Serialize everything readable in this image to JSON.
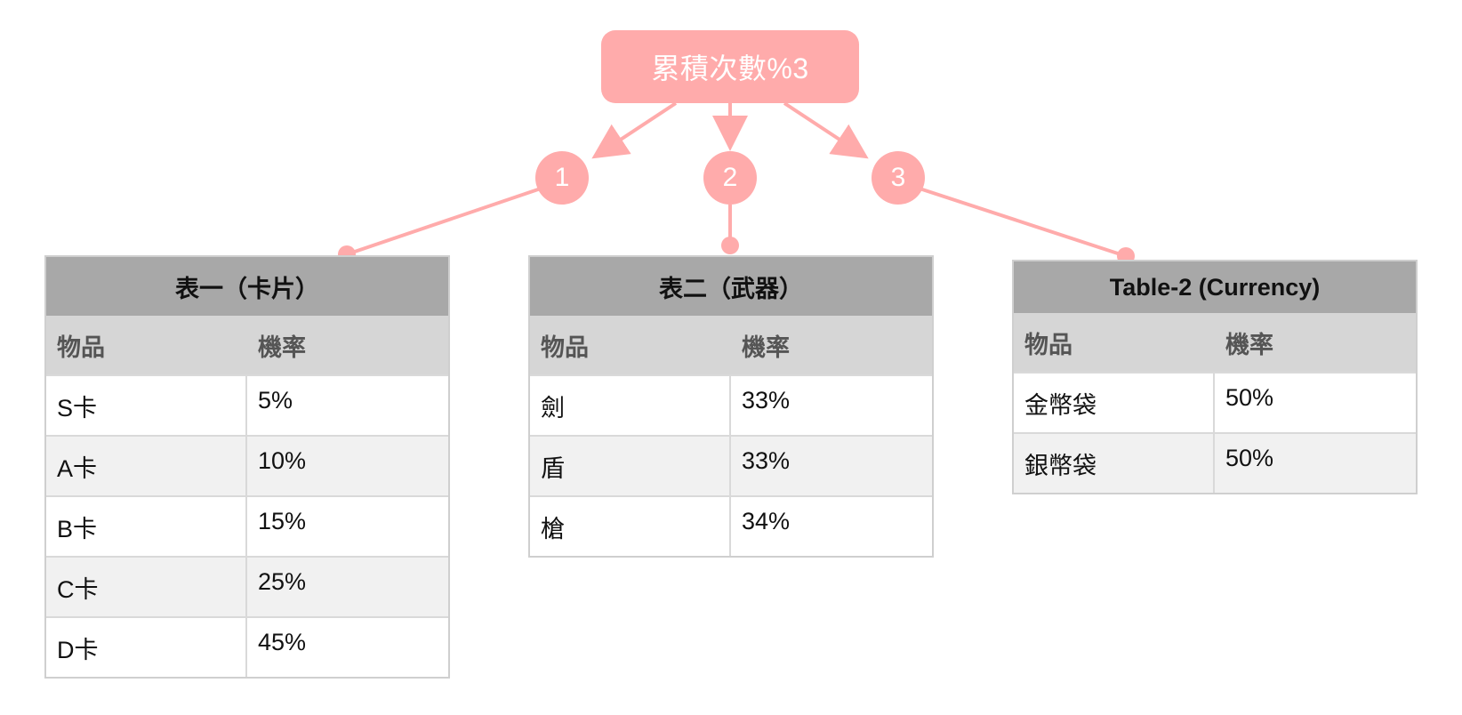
{
  "root": {
    "label": "累積次數%3"
  },
  "branches": [
    "1",
    "2",
    "3"
  ],
  "tables": [
    {
      "title": "表一（卡片）",
      "headers": [
        "物品",
        "機率"
      ],
      "rows": [
        [
          "S卡",
          "5%"
        ],
        [
          "A卡",
          "10%"
        ],
        [
          "B卡",
          "15%"
        ],
        [
          "C卡",
          "25%"
        ],
        [
          "D卡",
          "45%"
        ]
      ]
    },
    {
      "title": "表二（武器）",
      "headers": [
        "物品",
        "機率"
      ],
      "rows": [
        [
          "劍",
          "33%"
        ],
        [
          "盾",
          "33%"
        ],
        [
          "槍",
          "34%"
        ]
      ]
    },
    {
      "title": "Table-2 (Currency)",
      "headers": [
        "物品",
        "機率"
      ],
      "rows": [
        [
          "金幣袋",
          "50%"
        ],
        [
          "銀幣袋",
          "50%"
        ]
      ]
    }
  ],
  "colors": {
    "accent": "#ffabab",
    "title_bar": "#a8a8a8",
    "header_bar": "#d6d6d6",
    "alt_row": "#f1f1f1",
    "border": "#cfcfcf"
  }
}
